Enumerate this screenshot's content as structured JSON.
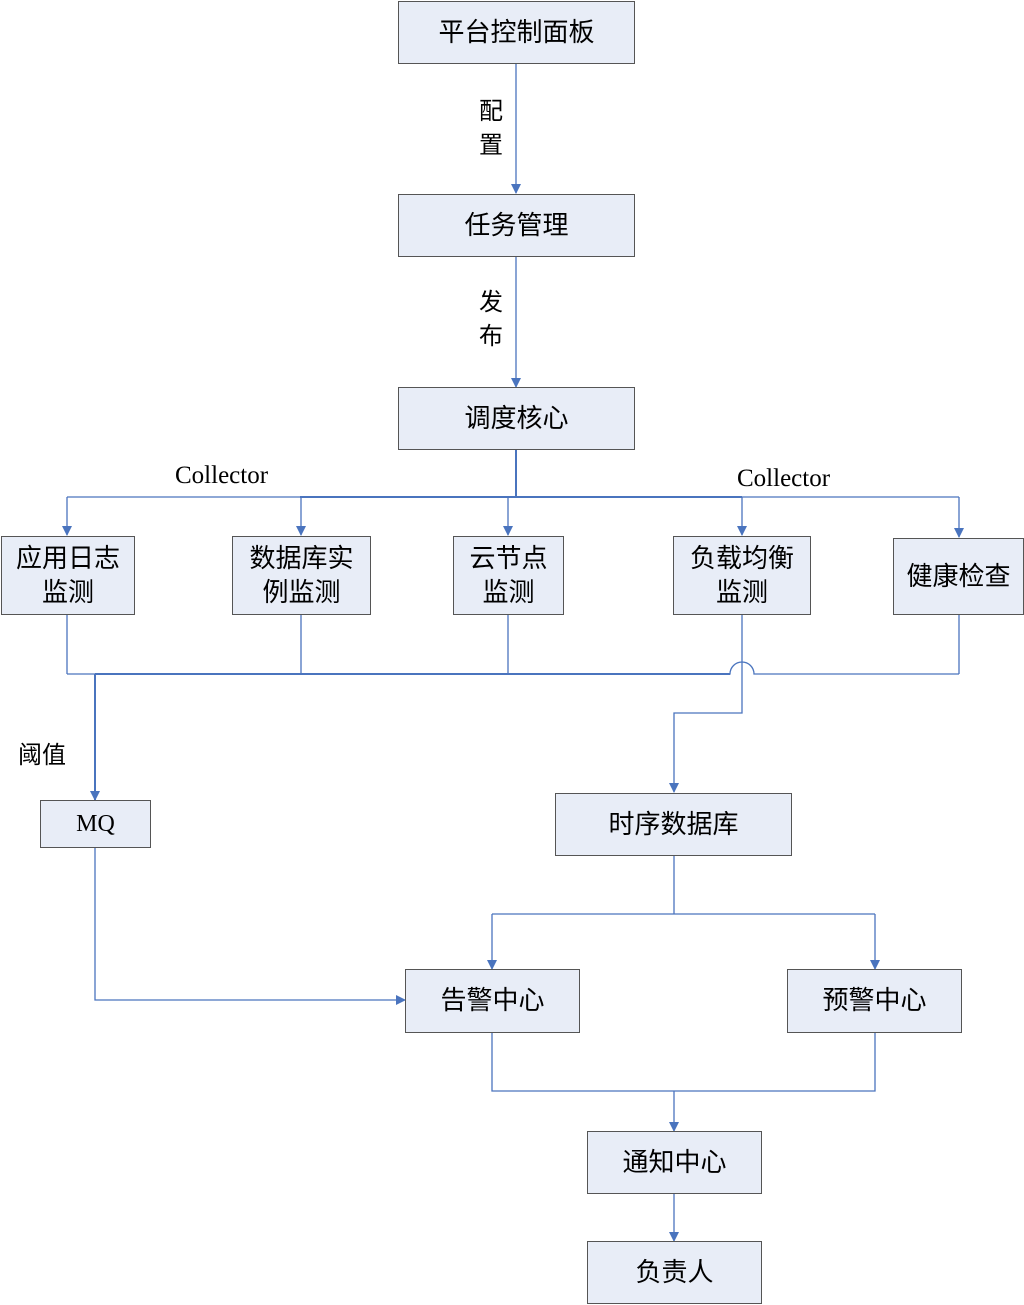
{
  "nodes": {
    "platform_panel": "平台控制面板",
    "task_management": "任务管理",
    "scheduling_core": "调度核心",
    "app_log_monitor": "应用日志\n监测",
    "db_instance_monitor": "数据库实\n例监测",
    "cloud_node_monitor": "云节点\n监测",
    "load_balance_monitor": "负载均衡\n监测",
    "health_check": "健康检查",
    "mq": "MQ",
    "timeseries_db": "时序数据库",
    "alert_center": "告警中心",
    "warning_center": "预警中心",
    "notification_center": "通知中心",
    "owner": "负责人"
  },
  "edge_labels": {
    "configure": "配\n置",
    "publish": "发\n布",
    "collector_left": "Collector",
    "collector_right": "Collector",
    "threshold": "阈值"
  },
  "colors": {
    "arrow": "#4a74be",
    "box_fill": "#e8edf7",
    "box_border": "#555555"
  }
}
